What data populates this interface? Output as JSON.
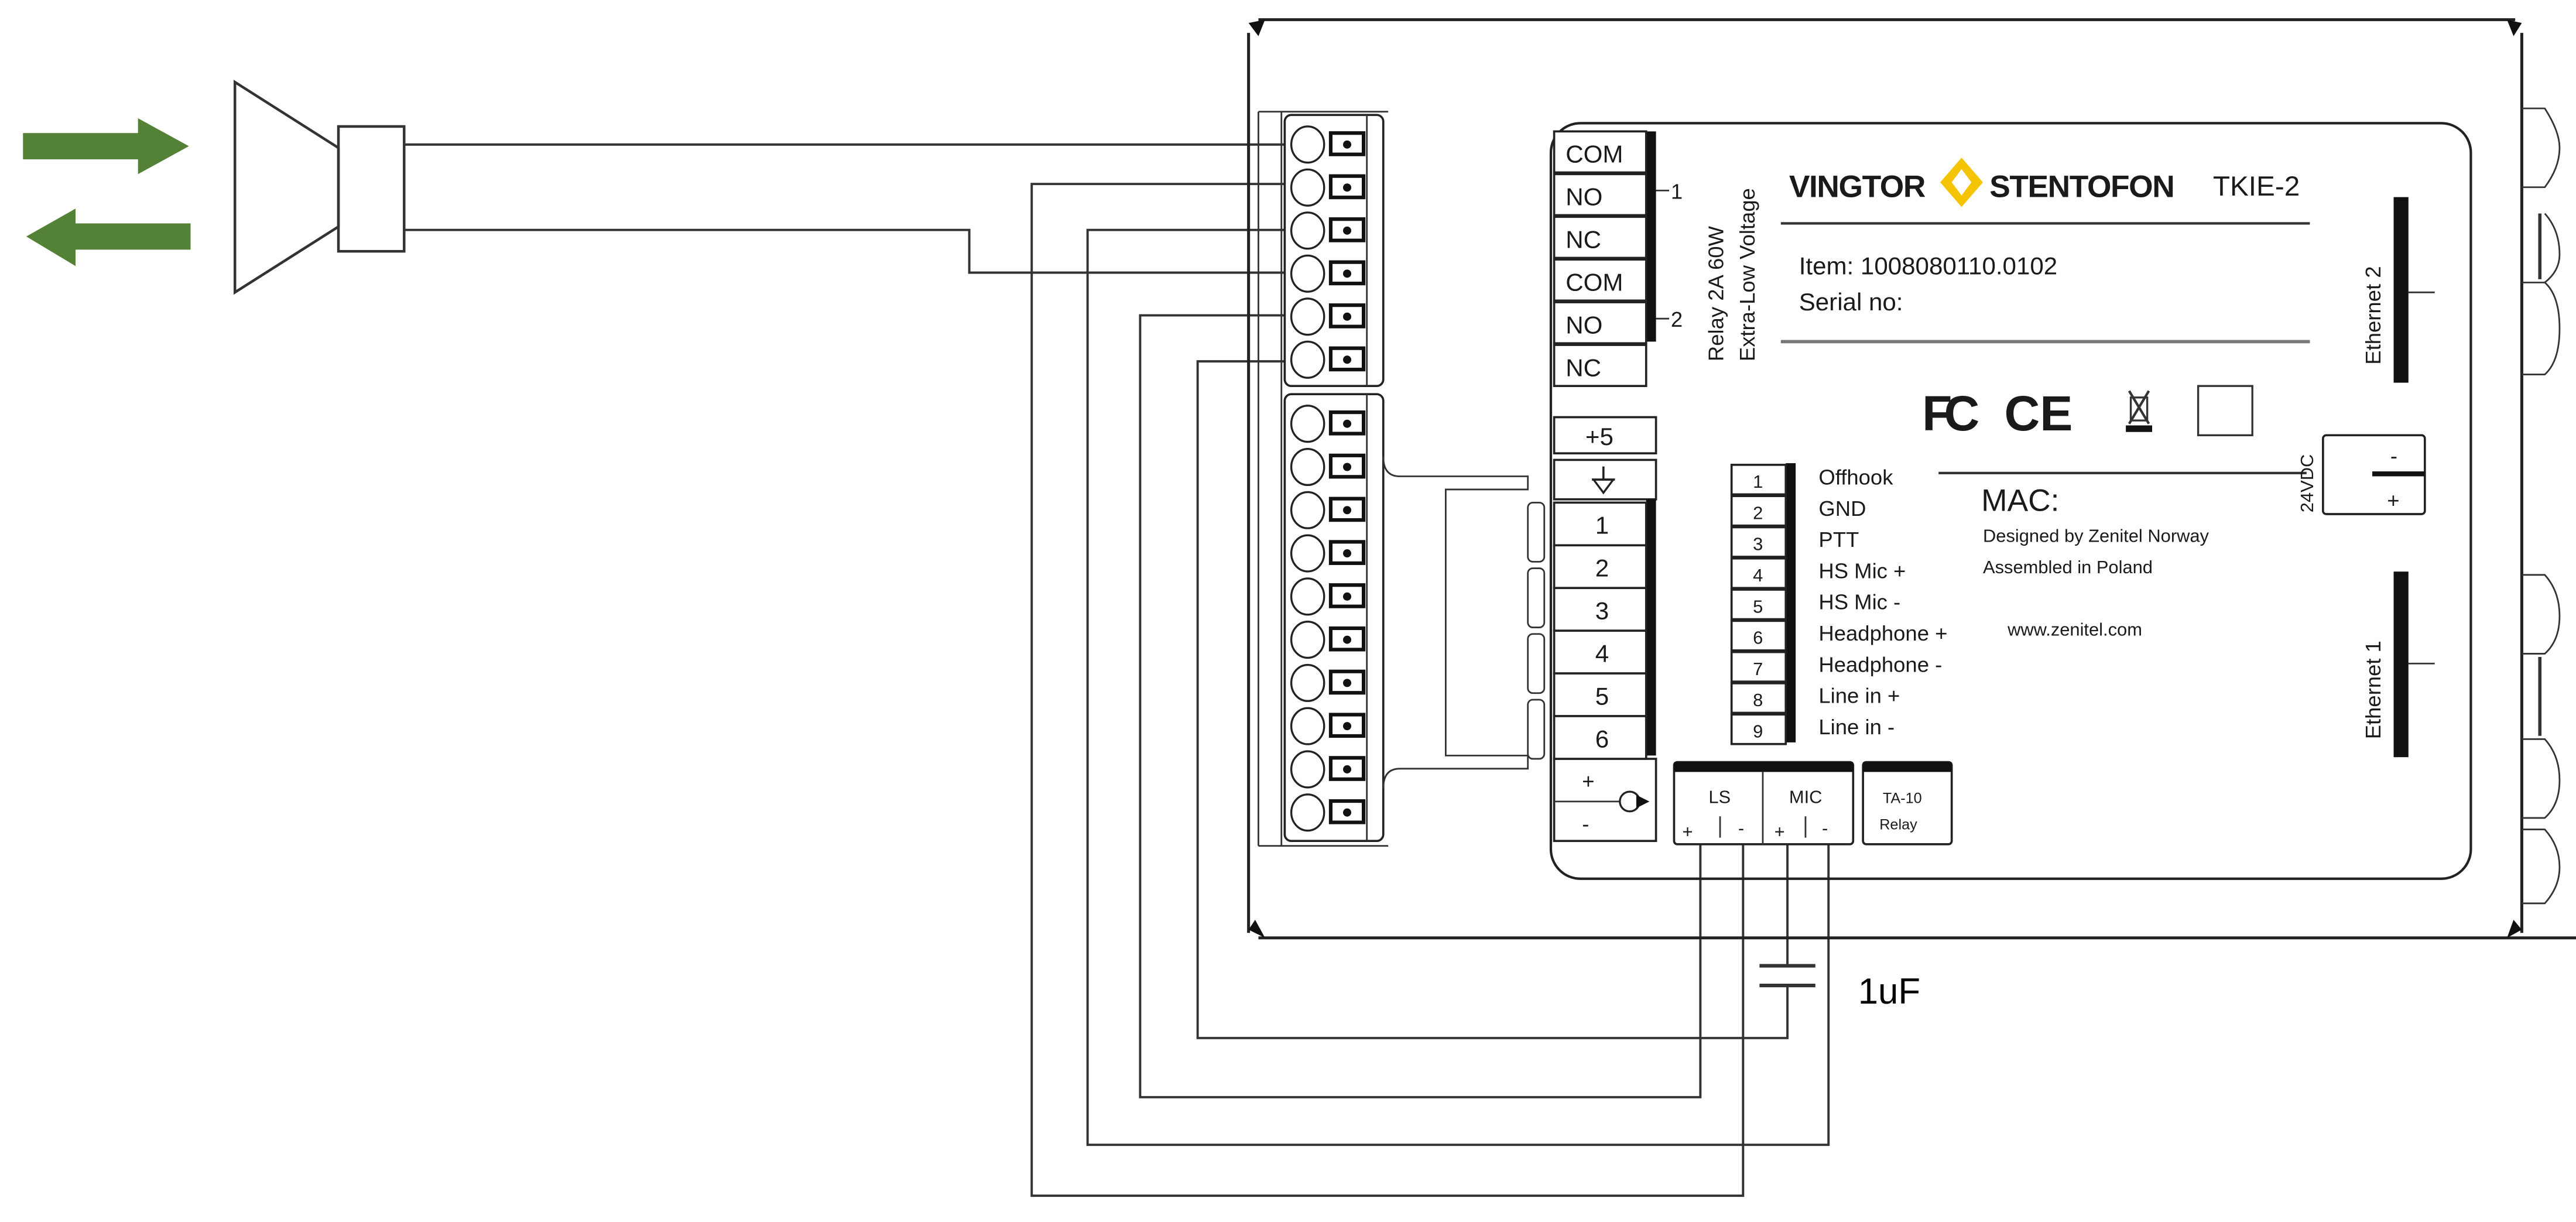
{
  "colors": {
    "arrow_green": "#538135",
    "logo_yellow": "#F5C400",
    "line": "#333333"
  },
  "icons": {
    "arrows": [
      "arrow-right-icon",
      "arrow-left-icon"
    ],
    "speaker": "speaker-horn-icon",
    "capacitor": "capacitor-icon",
    "ground": "ground-icon",
    "certifications": [
      "fcc-icon",
      "ce-icon",
      "weee-bin-icon",
      "blank-cert-box-icon"
    ]
  },
  "device": {
    "brand_left": "VINGTOR",
    "brand_right": "STENTOFON",
    "model": "TKIE-2",
    "item": "Item: 1008080110.0102",
    "serial": "Serial no:",
    "mac": "MAC:",
    "designed_by": "Designed by Zenitel Norway",
    "assembled_in": "Assembled in Poland",
    "website": "www.zenitel.com"
  },
  "relay": {
    "terminals": [
      "COM",
      "NO",
      "NC",
      "COM",
      "NO",
      "NC"
    ],
    "group1_label": "1",
    "group2_label": "2",
    "rating": "Relay 2A 60W",
    "voltage_class": "Extra-Low Voltage"
  },
  "io_block": {
    "top": "+5",
    "inputs": [
      "1",
      "2",
      "3",
      "4",
      "5",
      "6"
    ],
    "plus": "+",
    "minus": "-"
  },
  "pin_table": [
    {
      "pin": "1",
      "name": "Offhook"
    },
    {
      "pin": "2",
      "name": "GND"
    },
    {
      "pin": "3",
      "name": "PTT"
    },
    {
      "pin": "4",
      "name": "HS Mic +"
    },
    {
      "pin": "5",
      "name": "HS Mic -"
    },
    {
      "pin": "6",
      "name": "Headphone +"
    },
    {
      "pin": "7",
      "name": "Headphone -"
    },
    {
      "pin": "8",
      "name": "Line in +"
    },
    {
      "pin": "9",
      "name": "Line in -"
    }
  ],
  "connectors": {
    "ls": "LS",
    "mic": "MIC",
    "ta10_line1": "TA-10",
    "ta10_line2": "Relay",
    "plus": "+",
    "minus": "-"
  },
  "power": {
    "label": "24VDC",
    "minus": "-",
    "plus": "+"
  },
  "ethernet": {
    "port2": "Ethernet 2",
    "port1": "Ethernet 1"
  },
  "certifications": {
    "fcc": "FC",
    "ce": "CE"
  },
  "capacitor": {
    "value": "1uF"
  }
}
